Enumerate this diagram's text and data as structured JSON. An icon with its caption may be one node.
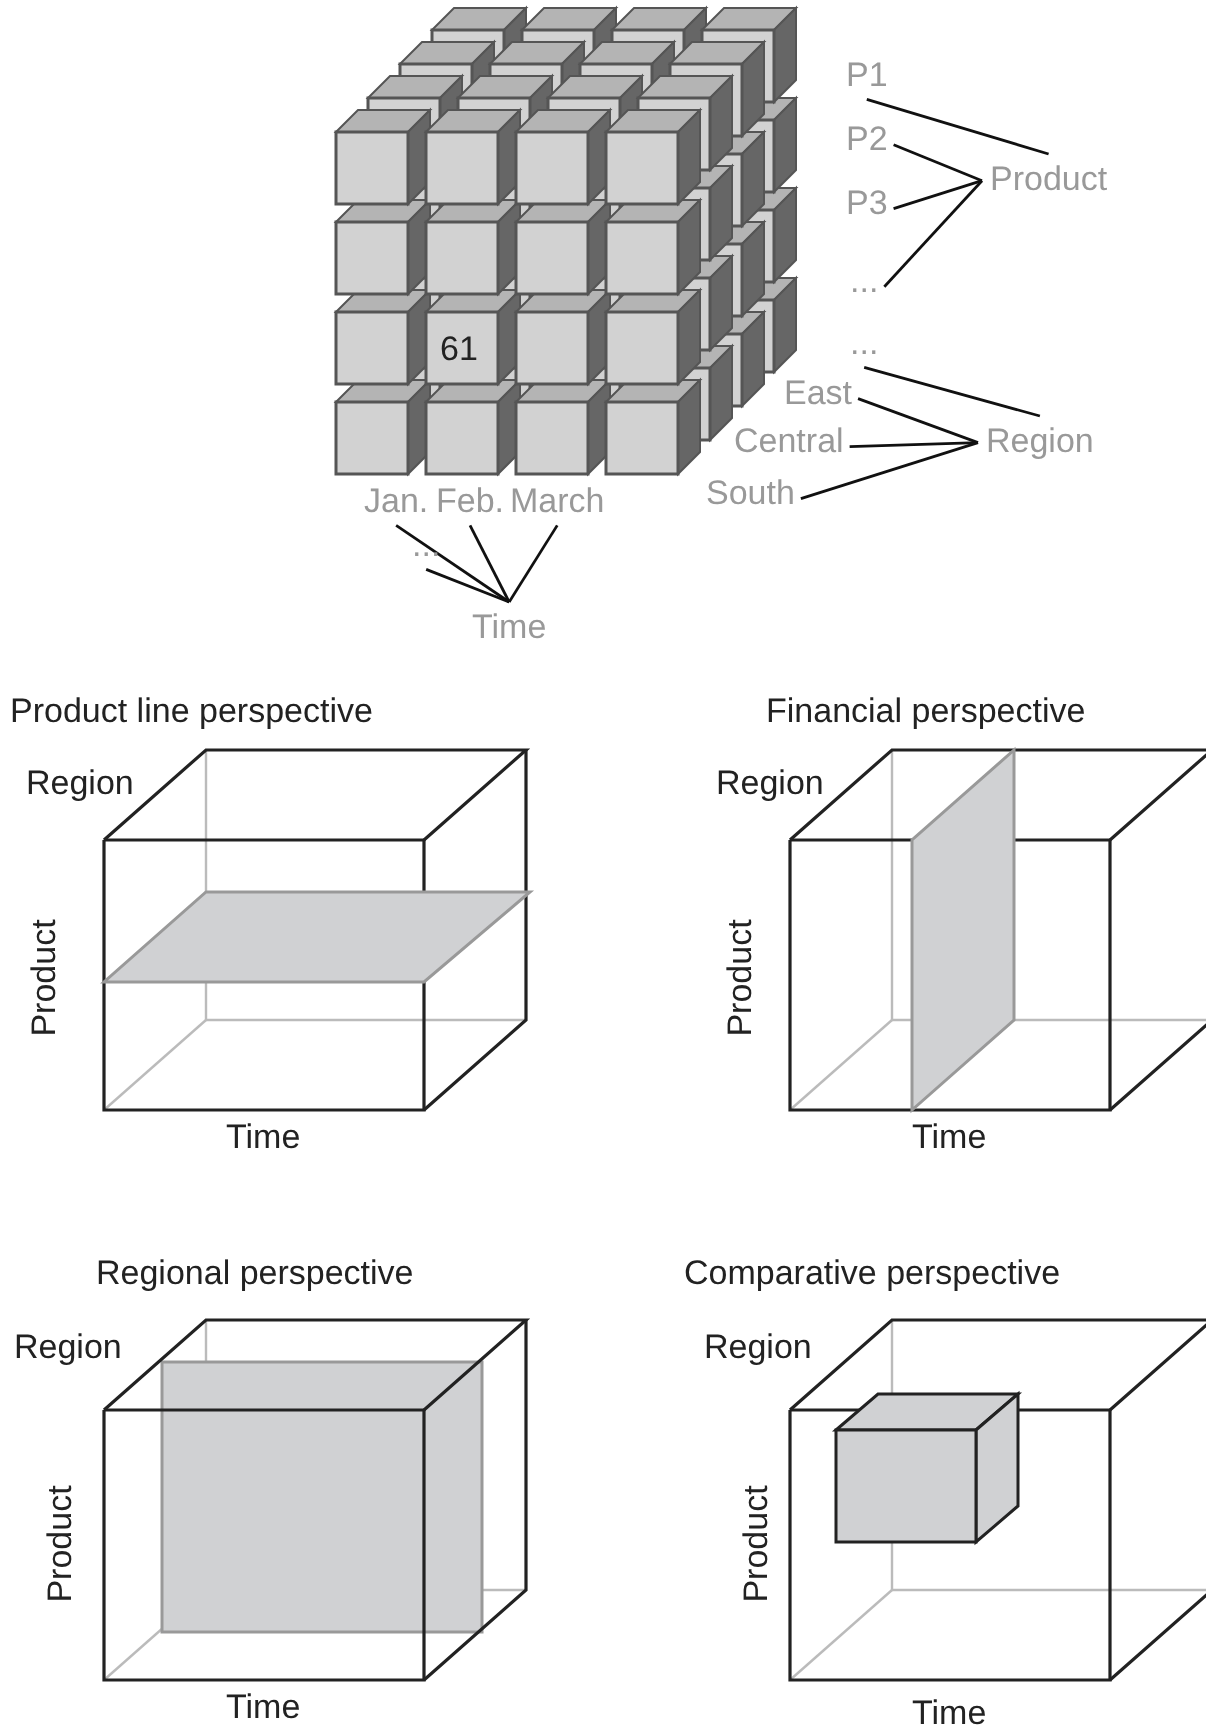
{
  "diagram": {
    "nodes": [
      {
        "text": [
          "P1"
        ]
      },
      {
        "text": [
          "P2"
        ]
      },
      {
        "text": [
          "P3"
        ]
      },
      {
        "text": [
          "..."
        ]
      },
      {
        "text": [
          "Product"
        ]
      },
      {
        "text": [
          "..."
        ]
      },
      {
        "text": [
          "East"
        ]
      },
      {
        "text": [
          "Central"
        ]
      },
      {
        "text": [
          "South"
        ]
      },
      {
        "text": [
          "Region"
        ]
      },
      {
        "text": [
          "Jan."
        ]
      },
      {
        "text": [
          "Feb."
        ]
      },
      {
        "text": [
          "March"
        ]
      },
      {
        "text": [
          "..."
        ]
      },
      {
        "text": [
          "Time"
        ]
      }
    ],
    "edges": [
      {
        "from": 0,
        "to": 4,
        "arrow": "none"
      },
      {
        "from": 1,
        "to": 4,
        "arrow": "none"
      },
      {
        "from": 2,
        "to": 4,
        "arrow": "none"
      },
      {
        "from": 3,
        "to": 4,
        "arrow": "none"
      },
      {
        "from": 5,
        "to": 9,
        "arrow": "none"
      },
      {
        "from": 6,
        "to": 9,
        "arrow": "none"
      },
      {
        "from": 7,
        "to": 9,
        "arrow": "none"
      },
      {
        "from": 8,
        "to": 9,
        "arrow": "none"
      },
      {
        "from": 10,
        "to": 14,
        "arrow": "none"
      },
      {
        "from": 11,
        "to": 14,
        "arrow": "none"
      },
      {
        "from": 12,
        "to": 14,
        "arrow": "none"
      },
      {
        "from": 13,
        "to": 14,
        "arrow": "none"
      }
    ],
    "labels": [
      "61",
      "Product line perspective",
      "Financial perspective",
      "Region",
      "Region",
      "Product",
      "Product",
      "Time",
      "Time",
      "Regional perspective",
      "Comparative perspective",
      "Region",
      "Region",
      "Product",
      "Product",
      "Time",
      "Time"
    ]
  }
}
